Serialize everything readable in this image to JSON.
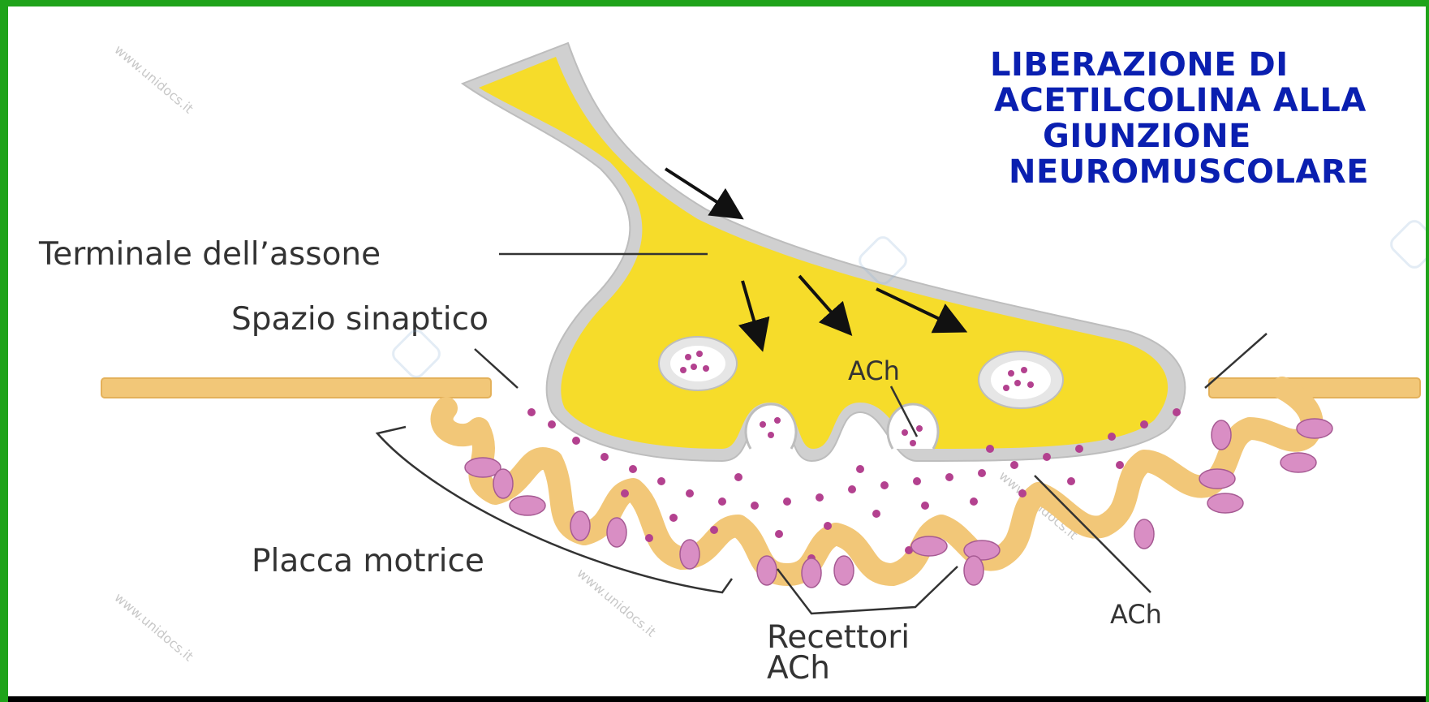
{
  "title": {
    "line1": "LIBERAZIONE DI",
    "line2": "ACETILCOLINA ALLA",
    "line3": "GIUNZIONE",
    "line4": "NEUROMUSCOLARE"
  },
  "labels": {
    "axon_terminal": "Terminale dell’assone",
    "synaptic_space": "Spazio sinaptico",
    "motor_plate": "Placca motrice",
    "receptors_line1": "Recettori",
    "receptors_line2": "ACh",
    "ach_vesicle": "ACh",
    "ach_cleft": "ACh"
  },
  "watermark": "www.unidocs.it",
  "colors": {
    "border": "#1fa31a",
    "title": "#0a1fb0",
    "axon": "#f6dc2a",
    "muscle": "#f2c778",
    "receptor": "#d98ec4",
    "ach_dot": "#b3418f"
  }
}
